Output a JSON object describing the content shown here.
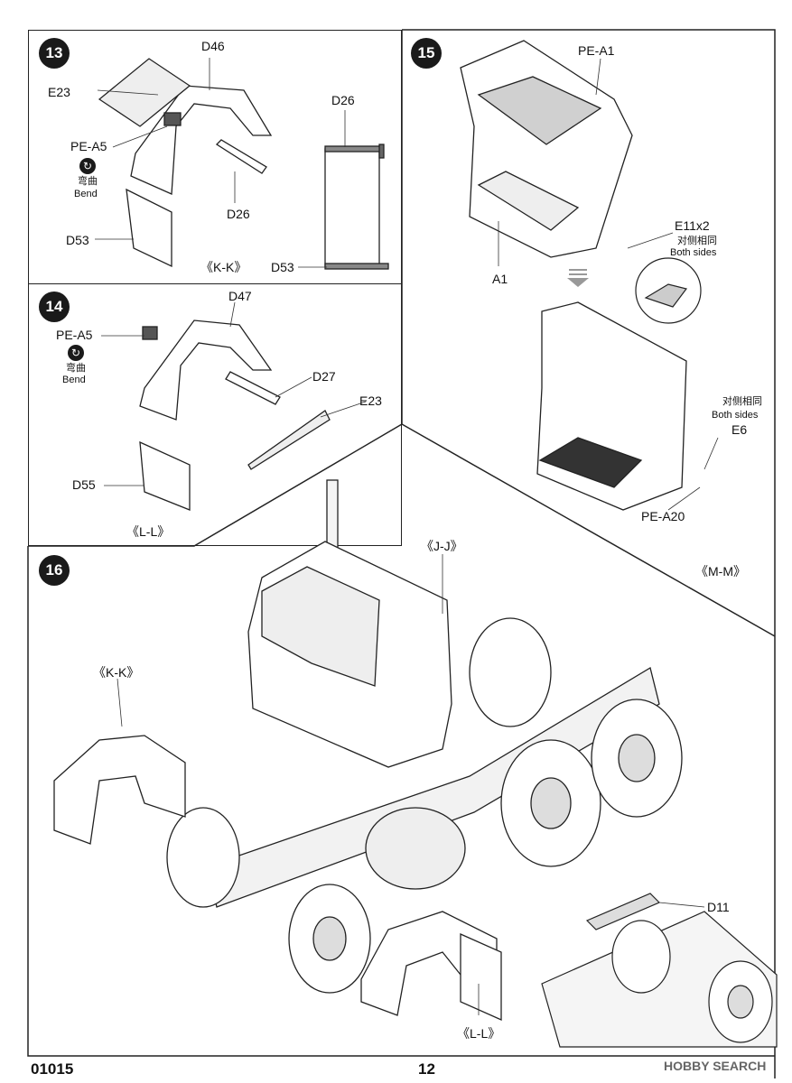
{
  "page": {
    "number": "12",
    "code": "01015",
    "watermark": "HOBBY SEARCH"
  },
  "steps": {
    "s13": {
      "number": "13",
      "view": "《K-K》",
      "parts": [
        "D46",
        "E23",
        "PE-A5",
        "D26",
        "D53",
        "D26",
        "D53"
      ],
      "bend_cn": "弯曲",
      "bend_en": "Bend"
    },
    "s14": {
      "number": "14",
      "view": "《L-L》",
      "parts": [
        "D47",
        "PE-A5",
        "D27",
        "E23",
        "D55"
      ],
      "bend_cn": "弯曲",
      "bend_en": "Bend"
    },
    "s15": {
      "number": "15",
      "parts": [
        "PE-A1",
        "E11x2",
        "A1",
        "E6",
        "PE-A20"
      ],
      "both_cn": "对侧相同",
      "both_en": "Both sides"
    },
    "s16": {
      "number": "16",
      "views": [
        "《J-J》",
        "《M-M》",
        "《K-K》",
        "《L-L》"
      ],
      "parts": [
        "D11"
      ]
    }
  },
  "colors": {
    "ink": "#1a1a1a",
    "frame": "#222222",
    "paper": "#ffffff",
    "grey": "#d9d9d9"
  }
}
